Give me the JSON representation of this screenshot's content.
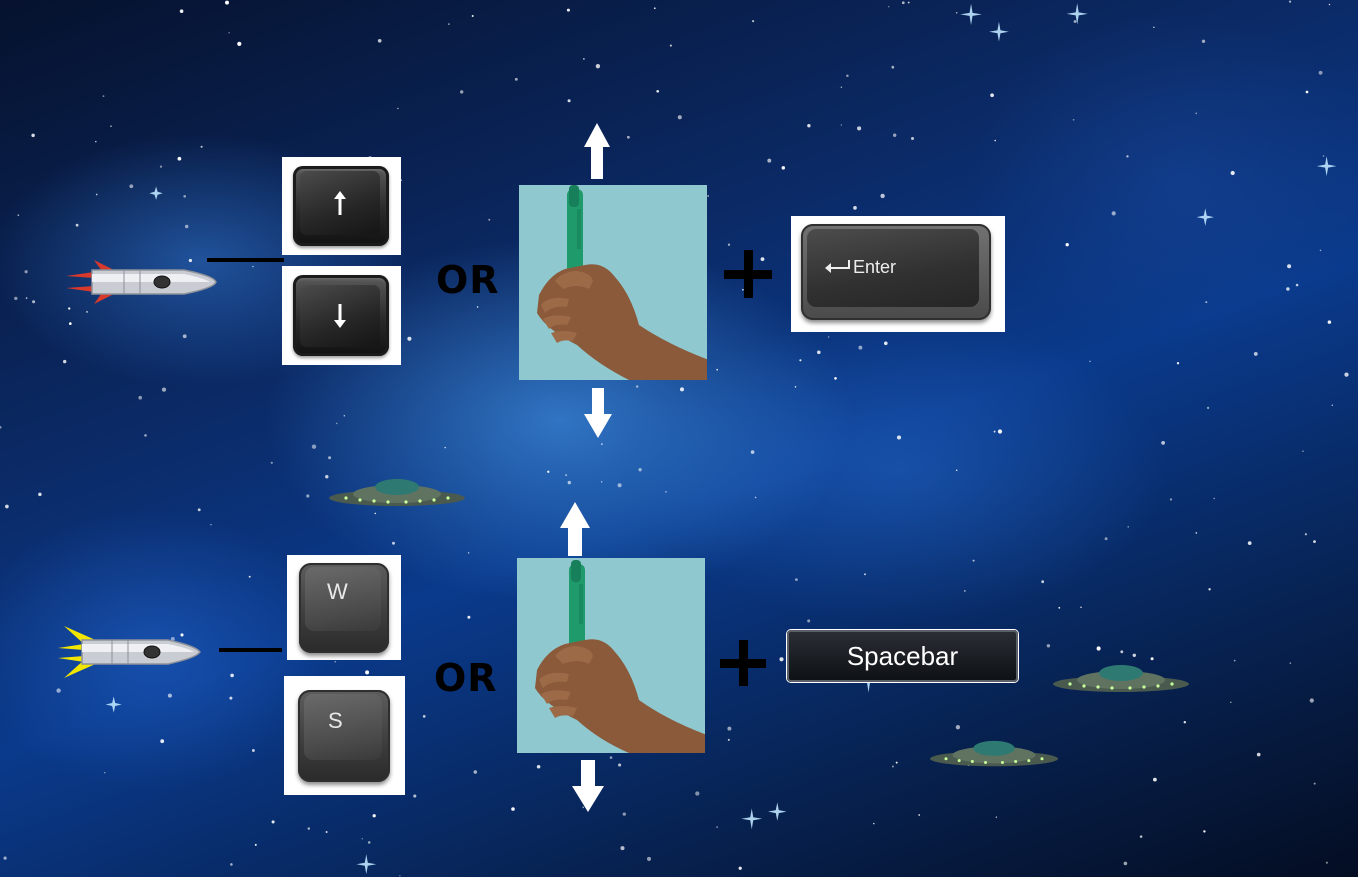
{
  "controls": {
    "player1": {
      "up_key_icon": "arrow-up-key",
      "down_key_icon": "arrow-down-key",
      "or_label": "OR",
      "fire_key_label": "Enter",
      "ship_color": "red"
    },
    "player2": {
      "up_key_label": "W",
      "down_key_label": "S",
      "or_label": "OR",
      "fire_key_label": "Spacebar",
      "ship_color": "yellow"
    }
  },
  "colors": {
    "background": "#0a3a8c",
    "marker": "#1f9a6a",
    "photo_bg": "#90c8cf"
  }
}
